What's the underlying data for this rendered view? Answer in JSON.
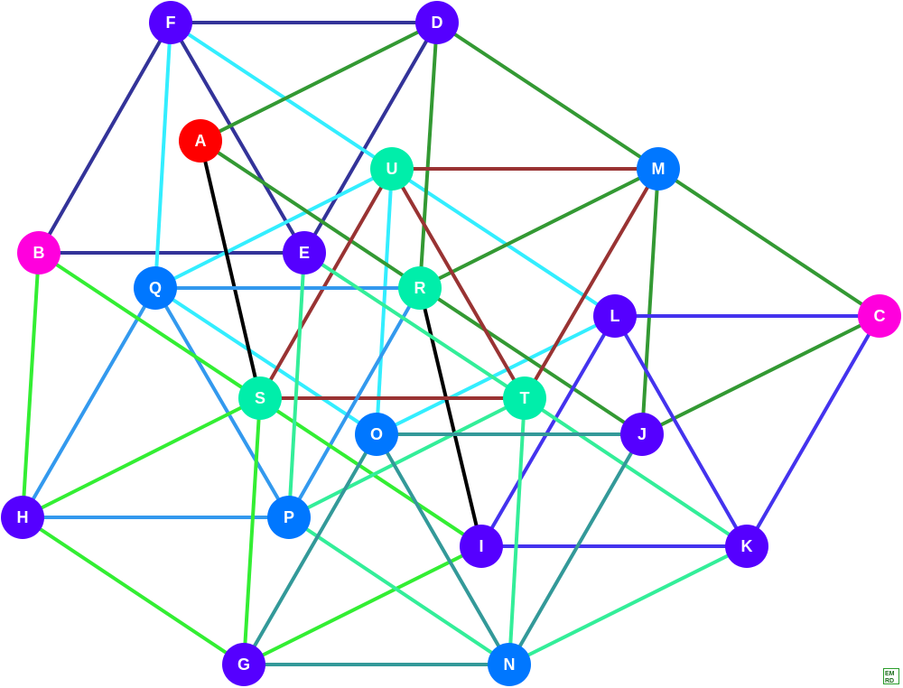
{
  "graph": {
    "nodes": [
      {
        "id": "A",
        "label": "A",
        "color": "#ff0000"
      },
      {
        "id": "B",
        "label": "B",
        "color": "#ff00dd"
      },
      {
        "id": "C",
        "label": "C",
        "color": "#ff00dd"
      },
      {
        "id": "D",
        "label": "D",
        "color": "#5500ff"
      },
      {
        "id": "E",
        "label": "E",
        "color": "#5500ff"
      },
      {
        "id": "F",
        "label": "F",
        "color": "#5500ff"
      },
      {
        "id": "G",
        "label": "G",
        "color": "#5500ff"
      },
      {
        "id": "H",
        "label": "H",
        "color": "#5500ff"
      },
      {
        "id": "I",
        "label": "I",
        "color": "#5500ff"
      },
      {
        "id": "J",
        "label": "J",
        "color": "#5500ff"
      },
      {
        "id": "K",
        "label": "K",
        "color": "#5500ff"
      },
      {
        "id": "L",
        "label": "L",
        "color": "#5500ff"
      },
      {
        "id": "M",
        "label": "M",
        "color": "#0077ff"
      },
      {
        "id": "N",
        "label": "N",
        "color": "#0077ff"
      },
      {
        "id": "O",
        "label": "O",
        "color": "#0077ff"
      },
      {
        "id": "P",
        "label": "P",
        "color": "#0077ff"
      },
      {
        "id": "Q",
        "label": "Q",
        "color": "#0077ff"
      },
      {
        "id": "R",
        "label": "R",
        "color": "#00eeaa"
      },
      {
        "id": "S",
        "label": "S",
        "color": "#00eeaa"
      },
      {
        "id": "T",
        "label": "T",
        "color": "#00eeaa"
      },
      {
        "id": "U",
        "label": "U",
        "color": "#00eeaa"
      }
    ],
    "edges": [
      {
        "from": "F",
        "to": "D",
        "color": "#333399"
      },
      {
        "from": "F",
        "to": "B",
        "color": "#333399"
      },
      {
        "from": "F",
        "to": "E",
        "color": "#333399"
      },
      {
        "from": "D",
        "to": "E",
        "color": "#333399"
      },
      {
        "from": "B",
        "to": "E",
        "color": "#333399"
      },
      {
        "from": "F",
        "to": "Q",
        "color": "#33eeff"
      },
      {
        "from": "F",
        "to": "U",
        "color": "#33eeff"
      },
      {
        "from": "U",
        "to": "Q",
        "color": "#33eeff"
      },
      {
        "from": "U",
        "to": "O",
        "color": "#33eeff"
      },
      {
        "from": "U",
        "to": "L",
        "color": "#33eeff"
      },
      {
        "from": "L",
        "to": "O",
        "color": "#33eeff"
      },
      {
        "from": "Q",
        "to": "O",
        "color": "#33eeff"
      },
      {
        "from": "A",
        "to": "D",
        "color": "#339933"
      },
      {
        "from": "D",
        "to": "R",
        "color": "#339933"
      },
      {
        "from": "D",
        "to": "M",
        "color": "#339933"
      },
      {
        "from": "A",
        "to": "J",
        "color": "#339933"
      },
      {
        "from": "M",
        "to": "R",
        "color": "#339933"
      },
      {
        "from": "M",
        "to": "J",
        "color": "#339933"
      },
      {
        "from": "M",
        "to": "C",
        "color": "#339933"
      },
      {
        "from": "J",
        "to": "C",
        "color": "#339933"
      },
      {
        "from": "A",
        "to": "S",
        "color": "#000000"
      },
      {
        "from": "R",
        "to": "I",
        "color": "#000000"
      },
      {
        "from": "U",
        "to": "M",
        "color": "#993333"
      },
      {
        "from": "U",
        "to": "S",
        "color": "#993333"
      },
      {
        "from": "U",
        "to": "T",
        "color": "#993333"
      },
      {
        "from": "M",
        "to": "T",
        "color": "#993333"
      },
      {
        "from": "S",
        "to": "T",
        "color": "#993333"
      },
      {
        "from": "Q",
        "to": "R",
        "color": "#3399ee"
      },
      {
        "from": "Q",
        "to": "H",
        "color": "#3399ee"
      },
      {
        "from": "Q",
        "to": "P",
        "color": "#3399ee"
      },
      {
        "from": "R",
        "to": "P",
        "color": "#3399ee"
      },
      {
        "from": "H",
        "to": "P",
        "color": "#3399ee"
      },
      {
        "from": "L",
        "to": "C",
        "color": "#4433ee"
      },
      {
        "from": "L",
        "to": "I",
        "color": "#4433ee"
      },
      {
        "from": "L",
        "to": "K",
        "color": "#4433ee"
      },
      {
        "from": "C",
        "to": "K",
        "color": "#4433ee"
      },
      {
        "from": "I",
        "to": "K",
        "color": "#4433ee"
      },
      {
        "from": "B",
        "to": "H",
        "color": "#33ee33"
      },
      {
        "from": "B",
        "to": "I",
        "color": "#33ee33"
      },
      {
        "from": "S",
        "to": "H",
        "color": "#33ee33"
      },
      {
        "from": "S",
        "to": "G",
        "color": "#33ee33"
      },
      {
        "from": "H",
        "to": "G",
        "color": "#33ee33"
      },
      {
        "from": "G",
        "to": "I",
        "color": "#33ee33"
      },
      {
        "from": "E",
        "to": "T",
        "color": "#33ee99"
      },
      {
        "from": "E",
        "to": "P",
        "color": "#33ee99"
      },
      {
        "from": "P",
        "to": "T",
        "color": "#33ee99"
      },
      {
        "from": "P",
        "to": "N",
        "color": "#33ee99"
      },
      {
        "from": "T",
        "to": "N",
        "color": "#33ee99"
      },
      {
        "from": "T",
        "to": "K",
        "color": "#33ee99"
      },
      {
        "from": "N",
        "to": "K",
        "color": "#33ee99"
      },
      {
        "from": "O",
        "to": "J",
        "color": "#339999"
      },
      {
        "from": "O",
        "to": "G",
        "color": "#339999"
      },
      {
        "from": "O",
        "to": "N",
        "color": "#339999"
      },
      {
        "from": "G",
        "to": "N",
        "color": "#339999"
      },
      {
        "from": "J",
        "to": "N",
        "color": "#339999"
      }
    ]
  },
  "logo": {
    "name": "edrawmax-logo",
    "text": "EM RD"
  }
}
